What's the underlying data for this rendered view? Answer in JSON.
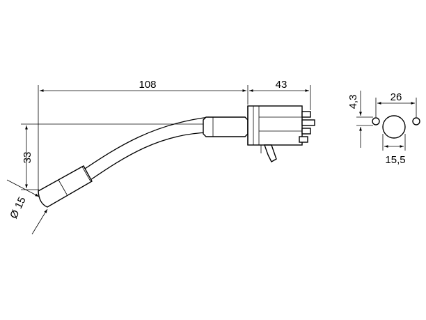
{
  "dimensions": {
    "overall_length": "108",
    "housing_length": "43",
    "lever_drop": "33",
    "knob_diameter": "Ø 15",
    "pin_offset": "4,3",
    "pin_spacing": "26",
    "body_diameter": "15,5"
  }
}
